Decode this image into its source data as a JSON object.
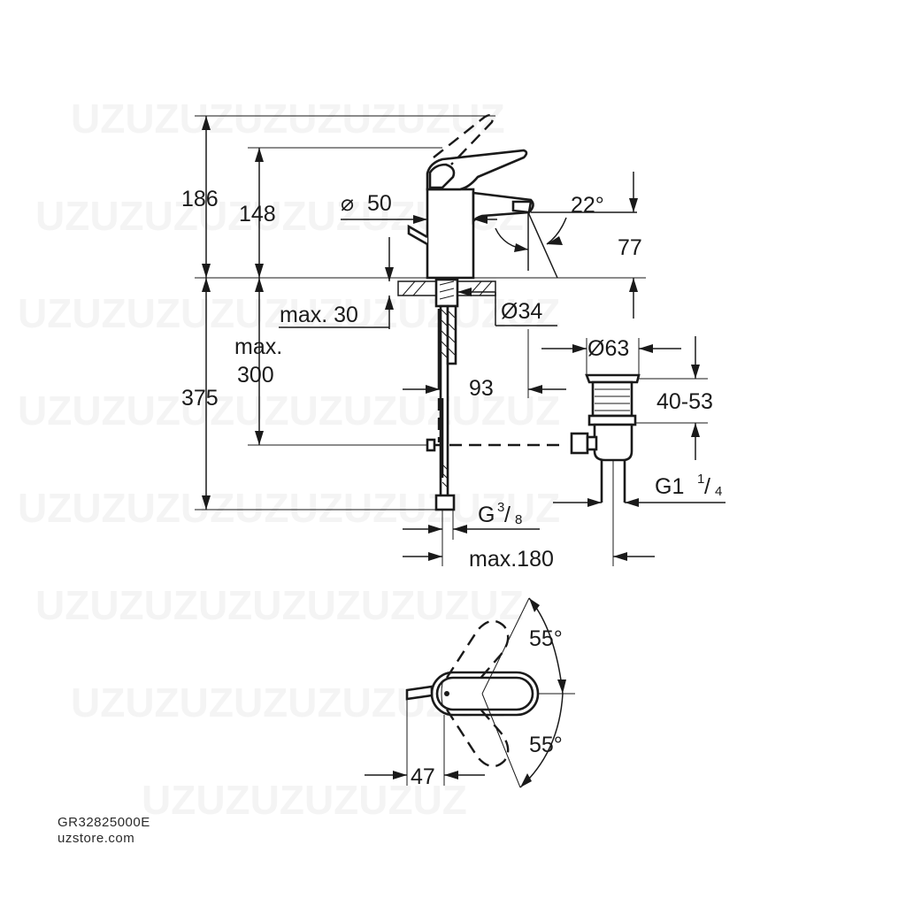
{
  "product_code": "GR32825000E",
  "store": "uzstore.com",
  "watermark_text": "UZ",
  "dimensions": {
    "total_height": "186",
    "spout_height": "148",
    "body_diameter": "50",
    "spout_angle": "22°",
    "spout_reach_height": "77",
    "max_thickness": "max. 30",
    "hole_diameter": "Ø34",
    "max_depth_line1": "max.",
    "max_depth_line2": "300",
    "hose_length": "375",
    "reach": "93",
    "waste_diameter": "Ø63",
    "waste_range": "40-53",
    "waste_thread_base": "G1",
    "waste_thread_num": "1",
    "waste_thread_den": "4",
    "hose_thread_base": "G",
    "hose_thread_num": "3",
    "hose_thread_den": "8",
    "max_distance": "max.180",
    "handle_angle_left": "55°",
    "handle_angle_right": "55°",
    "handle_offset": "47"
  }
}
